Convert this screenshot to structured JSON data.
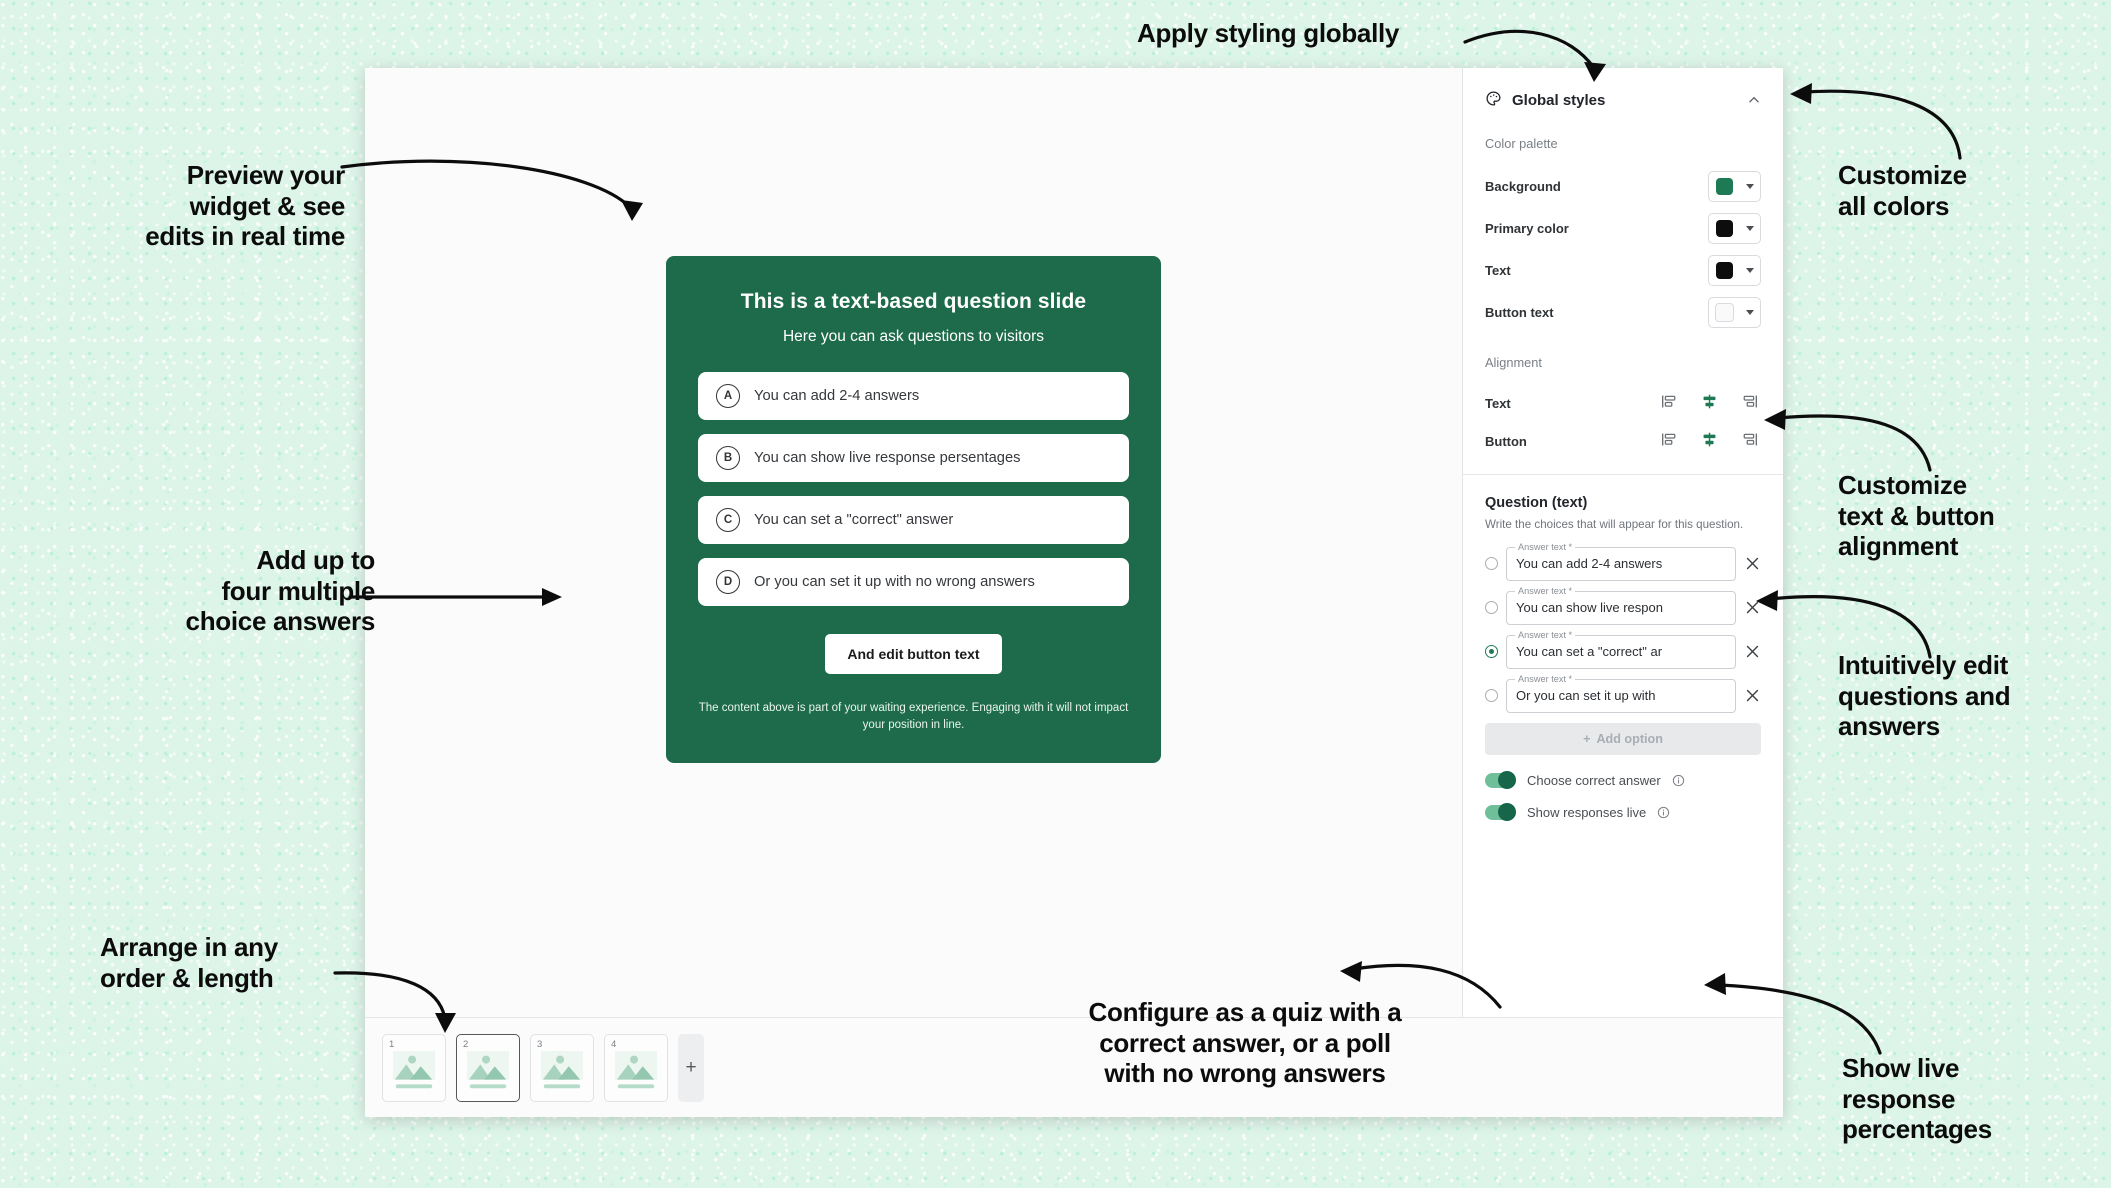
{
  "annotations": {
    "top": "Apply styling globally",
    "preview": "Preview your\nwidget & see\nedits in real time",
    "add_up_to": "Add up to\nfour multiple\nchoice answers",
    "arrange": "Arrange in any\norder & length",
    "configure": "Configure as a quiz with a\ncorrect answer, or a poll\nwith no wrong answers",
    "customize_colors": "Customize\nall colors",
    "customize_alignment": "Customize\ntext & button\nalignment",
    "intuitive_edit": "Intuitively edit\nquestions and\nanswers",
    "show_live": "Show live\nresponse\npercentages"
  },
  "slide_preview": {
    "title": "This is a text-based question slide",
    "subtitle": "Here you can ask questions to visitors",
    "answers": [
      {
        "letter": "A",
        "text": "You can add 2-4 answers"
      },
      {
        "letter": "B",
        "text": "You can show live response persentages"
      },
      {
        "letter": "C",
        "text": "You can set a \"correct\" answer"
      },
      {
        "letter": "D",
        "text": "Or you can set it up with no wrong answers"
      }
    ],
    "button_label": "And edit button text",
    "disclaimer": "The content above is part of your waiting experience. Engaging with it will not impact your position in line.",
    "background_color": "#1d6b4b"
  },
  "settings_panel": {
    "header": {
      "title": "Global styles",
      "icon": "palette-icon",
      "collapse_icon": "chevron-up-icon"
    },
    "color_palette": {
      "section_label": "Color palette",
      "rows": [
        {
          "label": "Background",
          "color": "#1d7a55"
        },
        {
          "label": "Primary color",
          "color": "#0d0d0d"
        },
        {
          "label": "Text",
          "color": "#0d0d0d"
        },
        {
          "label": "Button text",
          "color": "#fafafa"
        }
      ]
    },
    "alignment": {
      "section_label": "Alignment",
      "rows": [
        {
          "label": "Text",
          "selected": "center"
        },
        {
          "label": "Button",
          "selected": "center"
        }
      ],
      "options": [
        "left",
        "center",
        "right"
      ],
      "active_color": "#1d7a55"
    },
    "question": {
      "title": "Question (text)",
      "description": "Write the choices that will appear for this question.",
      "field_legend": "Answer text *",
      "options": [
        {
          "value": "You can add 2-4 answers",
          "correct": false
        },
        {
          "value": "You can show live respon",
          "correct": false
        },
        {
          "value": "You can set a \"correct\" ar",
          "correct": true
        },
        {
          "value": "Or you can set it up with",
          "correct": false
        }
      ],
      "add_option_label": "Add option",
      "remove_icon": "close-icon"
    },
    "toggles": [
      {
        "label": "Choose correct answer",
        "on": true,
        "info_icon": "info-icon"
      },
      {
        "label": "Show responses live",
        "on": true,
        "info_icon": "info-icon"
      }
    ]
  },
  "filmstrip": {
    "slides": [
      {
        "number": "1",
        "active": false
      },
      {
        "number": "2",
        "active": true
      },
      {
        "number": "3",
        "active": false
      },
      {
        "number": "4",
        "active": false
      }
    ],
    "add_label": "+"
  }
}
